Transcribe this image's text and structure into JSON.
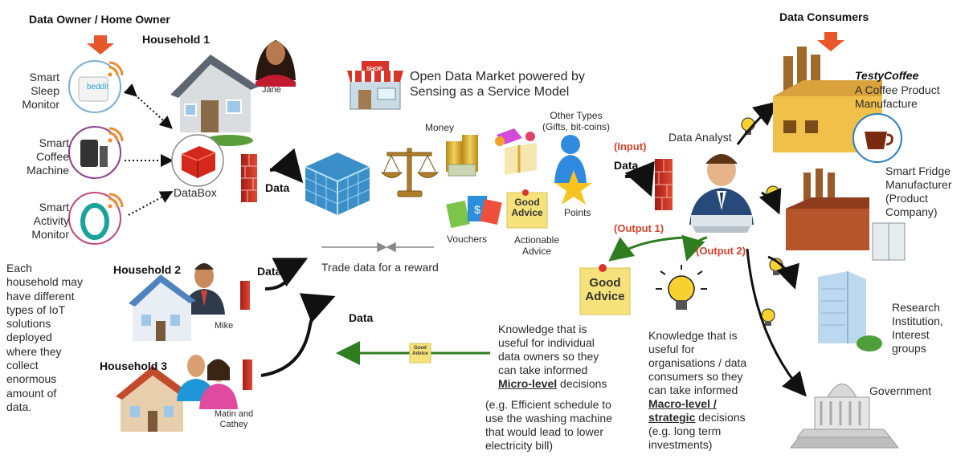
{
  "owner_header": "Data Owner / Home Owner",
  "consumer_header": "Data Consumers",
  "household1": {
    "title": "Household 1",
    "person": "Jane"
  },
  "household2": {
    "title": "Household 2",
    "person": "Mike"
  },
  "household3": {
    "title": "Household 3",
    "person_line1": "Matin and",
    "person_line2": "Cathey"
  },
  "devices": {
    "sleep": [
      "Smart",
      "Sleep",
      "Monitor"
    ],
    "coffee": [
      "Smart",
      "Coffee",
      "Machine"
    ],
    "activity": [
      "Smart",
      "Activity",
      "Monitor"
    ],
    "sleep_brand": "beddit"
  },
  "databox_label": "DataBox",
  "data_label": "Data",
  "market_title": [
    "Open Data Market powered by",
    "Sensing as a Service Model"
  ],
  "shop_sign": "SHOP",
  "rewards": {
    "money": "Money",
    "other_types": [
      "Other Types",
      "(Gifts, bit-coins)"
    ],
    "points": "Points",
    "vouchers": "Vouchers",
    "actionable_advice": [
      "Actionable",
      "Advice"
    ]
  },
  "good_advice": [
    "Good",
    "Advice"
  ],
  "trade_label": "Trade data for a reward",
  "input_label": "(Input)",
  "output1_label": "(Output 1)",
  "output2_label": "(Output 2)",
  "data_analyst": "Data Analyst",
  "household_note": [
    "Each",
    "household may",
    "have different",
    "types of IoT",
    "solutions",
    "deployed",
    "where they",
    "collect",
    "enormous",
    "amount of",
    "data."
  ],
  "micro": {
    "lines": [
      "Knowledge that is",
      "useful for individual",
      "data owners so they",
      "can take informed"
    ],
    "bold": "Micro-level",
    "tail": " decisions",
    "example": [
      "(e.g. Efficient schedule to",
      "use the washing machine",
      "that would lead to lower",
      "electricity bill)"
    ]
  },
  "macro": {
    "lines": [
      "Knowledge that is",
      "useful for",
      "organisations  / data",
      "consumers so they",
      "can take informed"
    ],
    "bold1": "Macro-level /",
    "bold2": "strategic",
    "tail": " decisions",
    "example": [
      "(e.g. long term",
      "investments)"
    ]
  },
  "consumers": {
    "testy_name": "TestyCoffee",
    "testy_desc": [
      "A Coffee Product",
      "Manufacture"
    ],
    "fridge": [
      "Smart Fridge",
      "Manufacturer",
      "(Product",
      "Company)"
    ],
    "research": [
      "Research",
      "Institution,",
      "Interest",
      "groups"
    ],
    "government": "Government"
  },
  "colors": {
    "arrow_orange": "#e8562a",
    "firewall_red": "#c8281e",
    "green_arrow": "#2e7d1e",
    "note_yellow": "#f6e27a"
  }
}
